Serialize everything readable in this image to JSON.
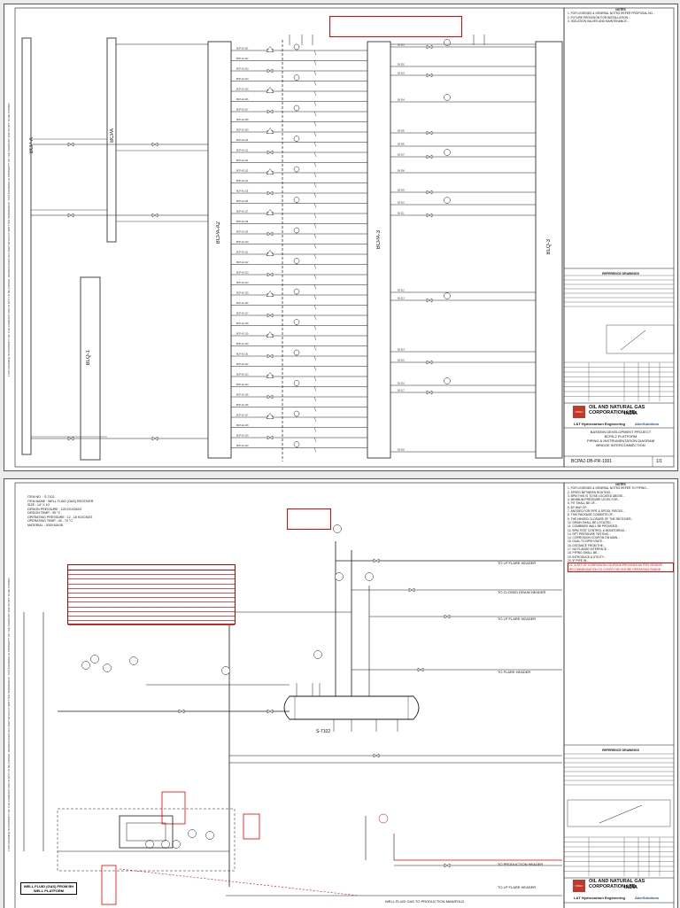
{
  "sheet1": {
    "notes_title": "NOTES",
    "notes": [
      "1. FOR LEGENDS & GENERAL NOTES REFER PROPOSAL NO...",
      "2. FUTURE PROVISION FOR INSTALLATION...",
      "3. ISOLATION VALVES AND MAINTENANCE..."
    ],
    "bridge_labels": [
      "BCPA-A2",
      "BCPA-3",
      "BLQ-3",
      "BCPA",
      "BLQ-1",
      "BCP-A"
    ],
    "reference_title": "REFERENCE DRAWINGS",
    "company": "OIL AND NATURAL GAS CORPORATION LTD.",
    "company_country": "INDIA",
    "contractor_left": "L&T Hydrocarbon Engineering",
    "contractor_right": "AkerSolutions",
    "project": "BASSEIN DEVELOPMENT PROJECT",
    "platform": "BCPA-2 PLATFORM",
    "diagram": "PIPING & INSTRUMENTATION DIAGRAM",
    "subject": "BRIDGE INTERCONNECTION",
    "drawing_no": "BCPA2-DB-PR-1001",
    "sheet_no": "1/1"
  },
  "sheet2": {
    "header": [
      "ITEM NO.          : S-7102",
      "ITEM NAME       : WELL FLUID (GAS) RECEIVER",
      "SIZE                   : 14\" X 10'",
      "DESIGN PRESSURE : 125 KG/CM2G",
      "DESIGN TEMP.       : 95 °C",
      "OPERATING PRESSURE : 12 - 16 KG/CM2G",
      "OPERATING TEMP : 40 - 70 °C",
      "MATERIAL           : 3000 MAOE"
    ],
    "notes_title": "NOTES",
    "notes": [
      "1. FOR LEGENDS & GENERAL NOTES REFER TO PIPING...",
      "2. SPEED BETWEEN ROUTING...",
      "3. BPM THIS IS TO BE LOCATED ABOVE...",
      "4. MINIMUM PRESSURE LEVEL FOR...",
      "5. PIT SHALL BE OF...",
      "6. BY WAY OF...",
      "7. ANODES FOR PIPE & SPOOL PIECES...",
      "8. THIS PACKAGE CONSISTS OF...",
      "9. THE HINGED CLOSURE OF THE RECEIVER...",
      "10. DRAIN SHALL BE LOCATED...",
      "11. COMBINED WALL BE PROVIDED...",
      "12. BPM TEST CONTROL & MONITORING...",
      "13. RPT PRESSURE TESTING...",
      "14. CORROSION COUPON ON MAIN...",
      "15. DUAL TO NPSH RATE...",
      "16. DISTANCE FROM THE...",
      "17. NO FLANGE INTERFACE...",
      "18. PIPING SHALL BE...",
      "19. INTRODUCE A UTILITY...",
      "20. IP PIPE IN..."
    ],
    "red_note": "21. A SET OF CORROSION COUPONS PROVIDED AS PER VENDOR RECOMMENDATION TO COVER THE ENTIRE OPERATING RANGE.",
    "reference_title": "REFERENCE DRAWINGS",
    "company": "OIL AND NATURAL GAS CORPORATION LTD.",
    "company_country": "INDIA",
    "contractor_left": "L&T Hydrocarbon Engineering",
    "contractor_right": "AkerSolutions",
    "bottom_tag": "WELL FLUID (GAS) FROM BH WELL PLATFORM",
    "bottom_line": "WELL FLUID GAS TO PRODUCTION MANIFOLD",
    "receiver_tag": "S-7102",
    "stream_labels": [
      "TO LP FLARE HEADER",
      "TO CLOSED DRAIN HEADER",
      "TO LP FLARE HEADER",
      "TO FLARE HEADER",
      "TO PRODUCTION HEADER",
      "TO LP FLARE HEADER"
    ]
  },
  "colors": {
    "line": "#1a1a1a",
    "highlight": "#e00000",
    "title_red": "#c0392b"
  }
}
